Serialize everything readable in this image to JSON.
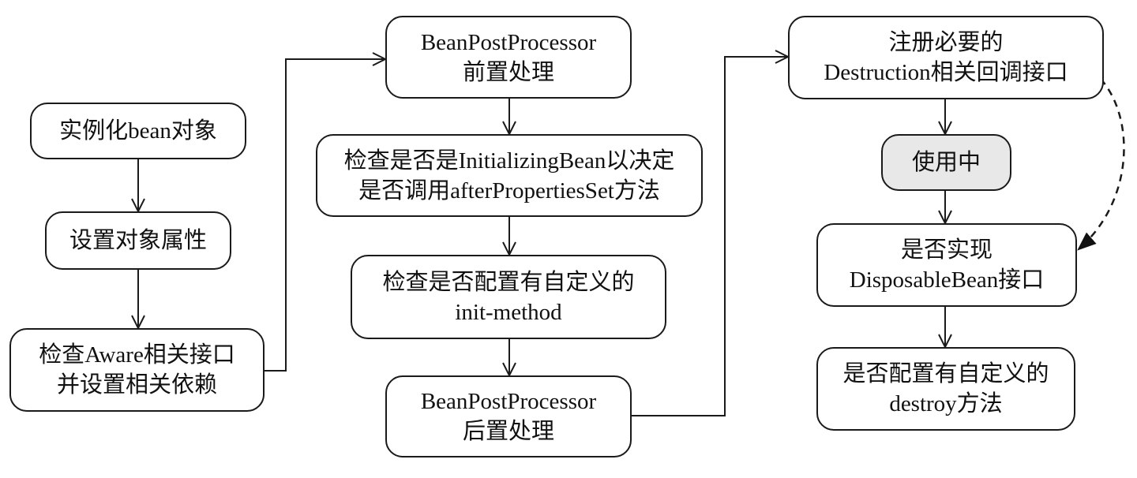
{
  "nodes": {
    "instantiate": {
      "line1": "实例化bean对象"
    },
    "set_props": {
      "line1": "设置对象属性"
    },
    "aware": {
      "line1": "检查Aware相关接口",
      "line2": "并设置相关依赖"
    },
    "bpp_before": {
      "line1": "BeanPostProcessor",
      "line2": "前置处理"
    },
    "initializing": {
      "line1": "检查是否是InitializingBean以决定",
      "line2": "是否调用afterPropertiesSet方法"
    },
    "init_method": {
      "line1": "检查是否配置有自定义的",
      "line2": "init-method"
    },
    "bpp_after": {
      "line1": "BeanPostProcessor",
      "line2": "后置处理"
    },
    "register_destruction": {
      "line1": "注册必要的",
      "line2": "Destruction相关回调接口"
    },
    "in_use": {
      "line1": "使用中"
    },
    "disposable": {
      "line1": "是否实现",
      "line2": "DisposableBean接口"
    },
    "destroy_method": {
      "line1": "是否配置有自定义的",
      "line2": "destroy方法"
    }
  },
  "colors": {
    "stroke": "#1a1a1a",
    "active_fill": "#e8e8e8",
    "background": "#ffffff"
  }
}
